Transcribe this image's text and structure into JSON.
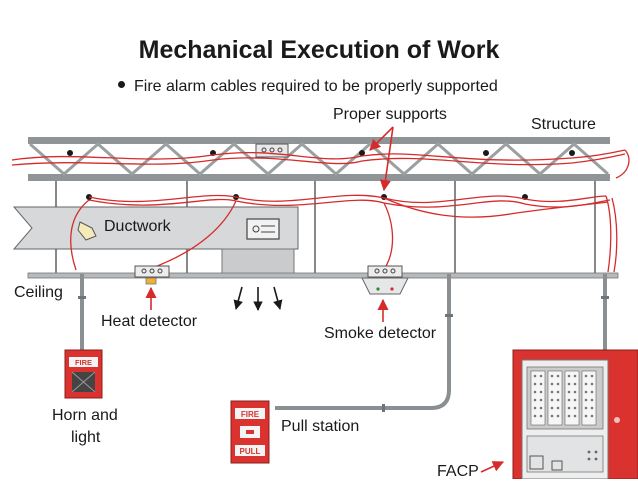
{
  "title": "Mechanical Execution of Work",
  "bullet": "Fire alarm cables required to be properly supported",
  "labels": {
    "proper_supports": "Proper supports",
    "structure": "Structure",
    "ductwork": "Ductwork",
    "ceiling": "Ceiling",
    "heat_detector": "Heat detector",
    "smoke_detector": "Smoke detector",
    "horn_line1": "Horn and",
    "horn_line2": "light",
    "pull_station": "Pull station",
    "facp": "FACP"
  },
  "device_text": {
    "fire": "FIRE",
    "pull": "PULL"
  },
  "colors": {
    "cable": "#d62b2b",
    "device_red": "#d9322f",
    "steel": "#8f9597",
    "ductwork": "#d6d8d9"
  }
}
